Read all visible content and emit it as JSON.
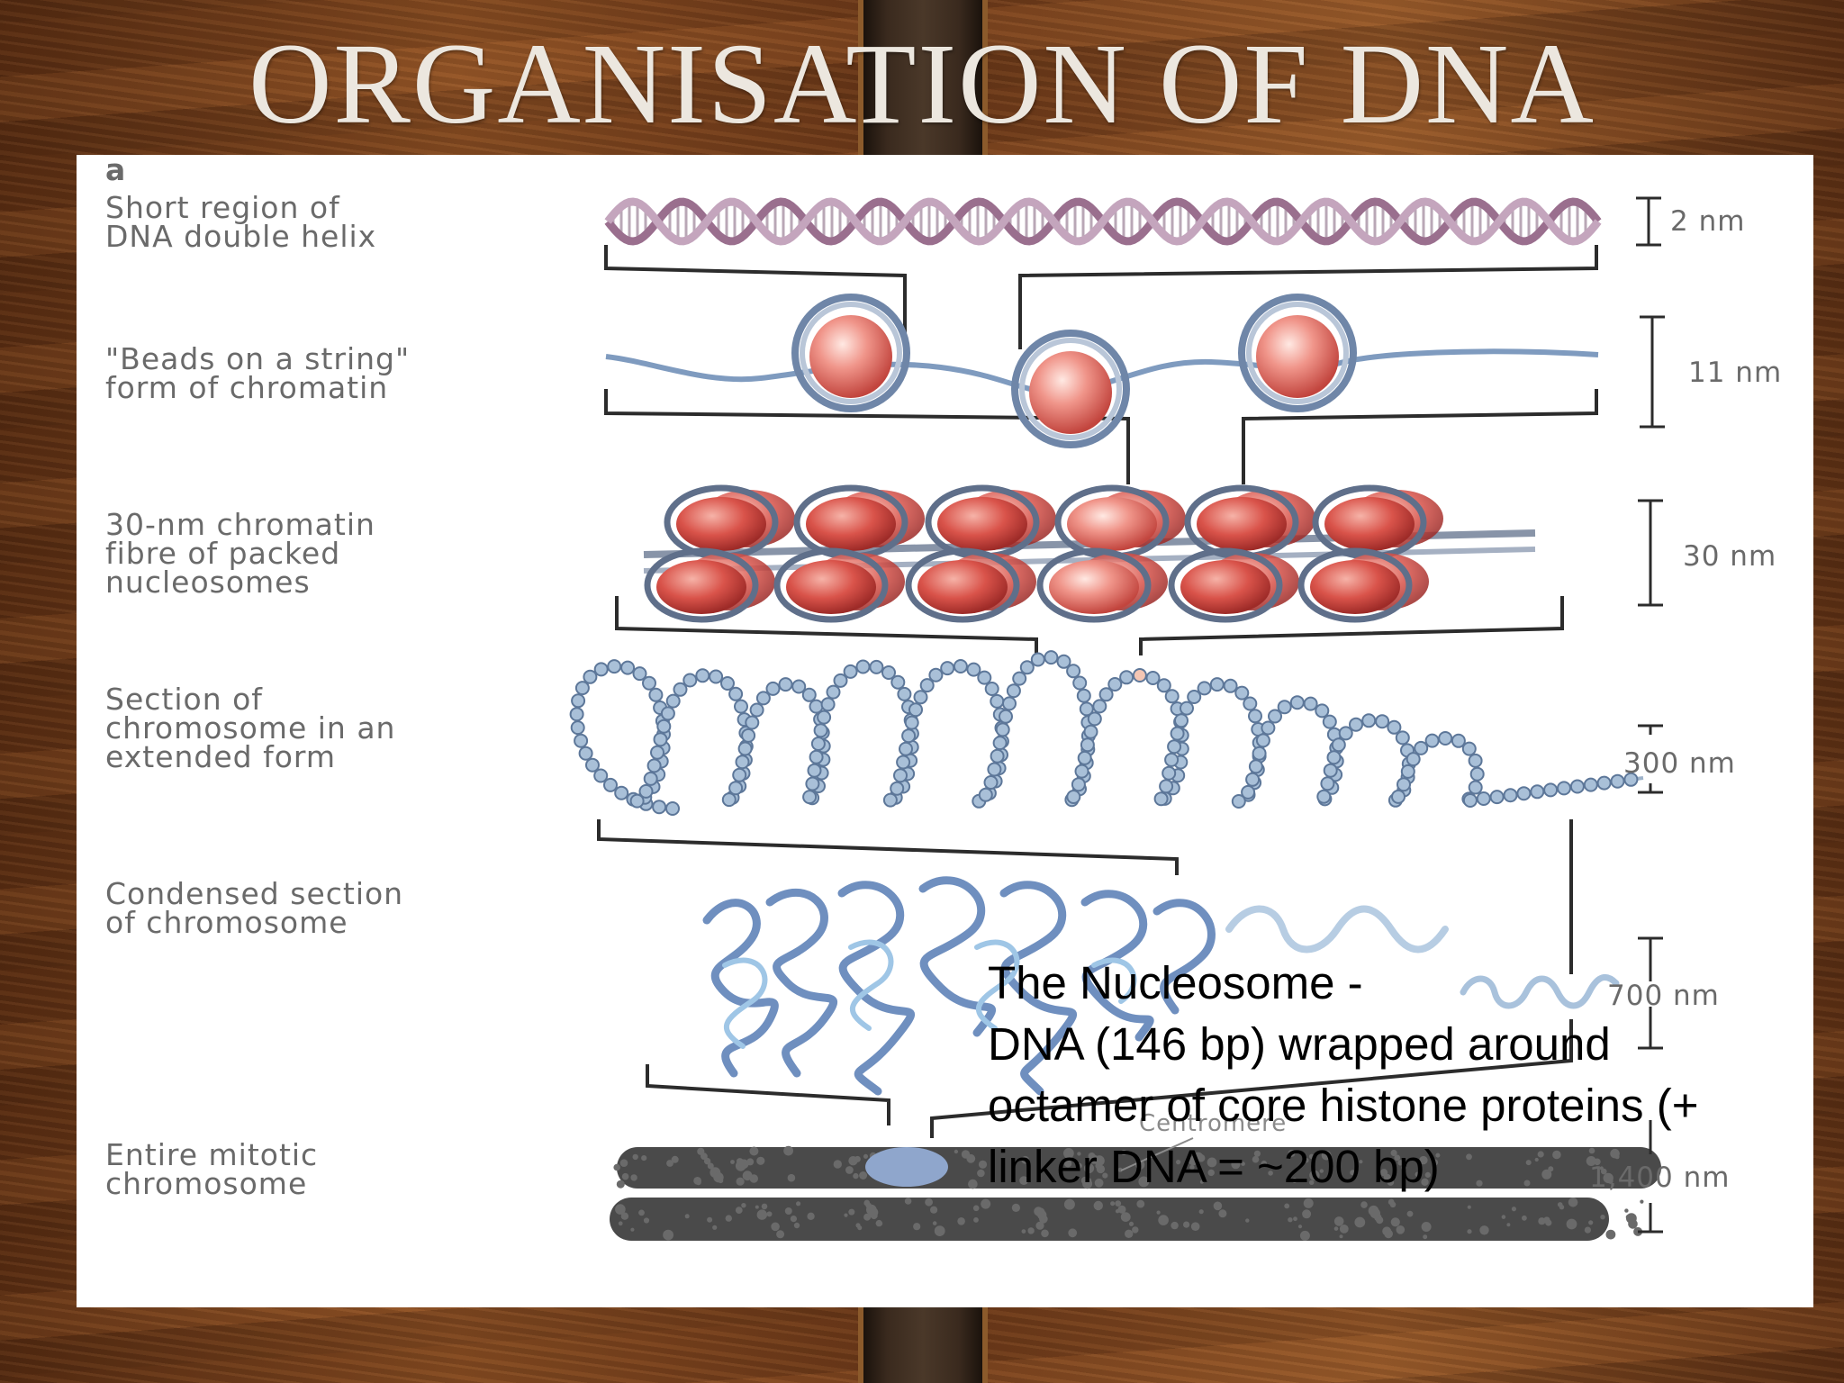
{
  "slide": {
    "title": "ORGANISATION OF DNA"
  },
  "diagram": {
    "panel_letter": "a",
    "levels": [
      {
        "label_lines": [
          "Short region of",
          "DNA double helix"
        ],
        "scale": "2 nm"
      },
      {
        "label_lines": [
          "\"Beads on a string\"",
          "form of chromatin"
        ],
        "scale": "11 nm"
      },
      {
        "label_lines": [
          "30-nm chromatin",
          "fibre of packed",
          "nucleosomes"
        ],
        "scale": "30 nm"
      },
      {
        "label_lines": [
          "Section of",
          "chromosome in an",
          "extended form"
        ],
        "scale": "300 nm"
      },
      {
        "label_lines": [
          "Condensed section",
          "of chromosome"
        ],
        "scale": "700 nm"
      },
      {
        "label_lines": [
          "Entire mitotic",
          "chromosome"
        ],
        "scale": "1,400 nm"
      }
    ],
    "centromere_label": "Centromere",
    "colors": {
      "helix": "#9a6f8e",
      "bead": "#e07a72",
      "chromatin": "#8aa7c9",
      "chromosome": "#4a4a4a"
    }
  },
  "caption": {
    "lines": [
      "The Nucleosome -",
      "DNA (146 bp) wrapped around",
      "octamer of core histone proteins (+",
      "linker DNA = ~200 bp)"
    ]
  }
}
